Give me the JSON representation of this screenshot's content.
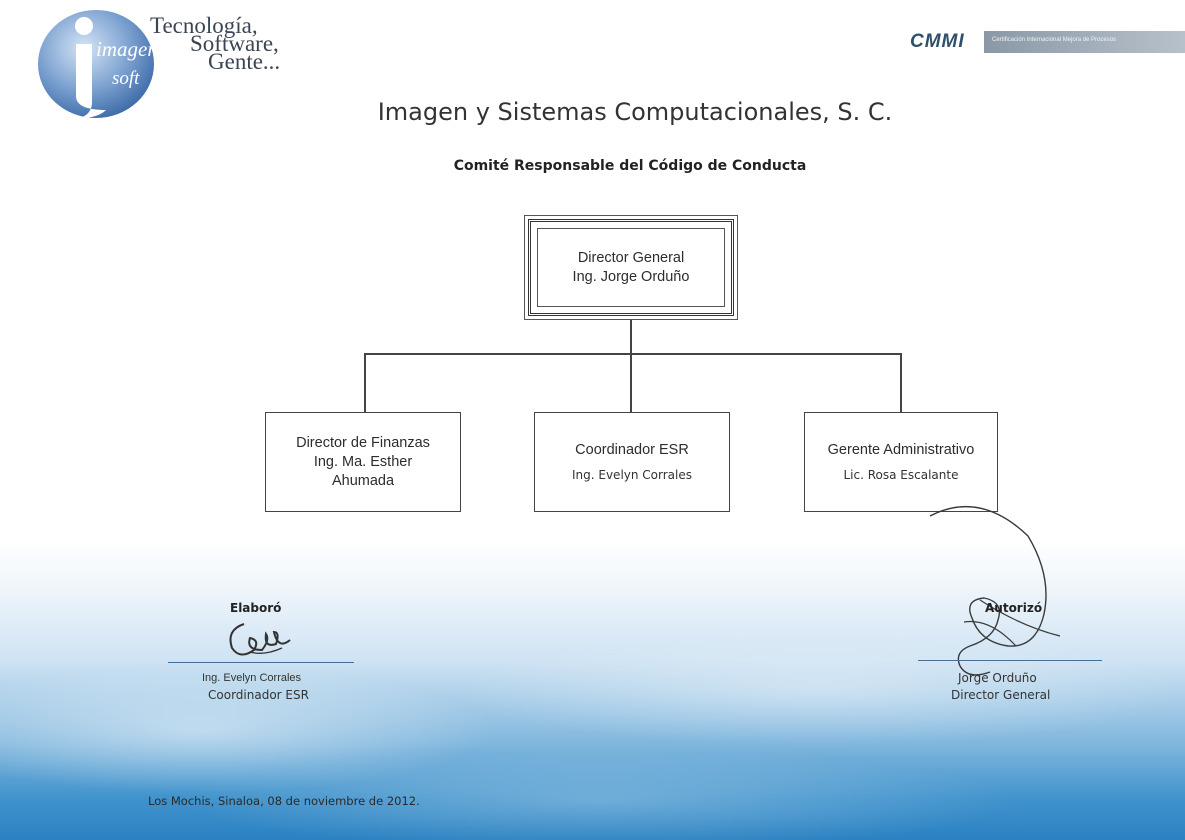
{
  "header": {
    "logo": {
      "word1": "imagen",
      "word2": "soft"
    },
    "tagline": [
      "Tecnología,",
      "Software,",
      "Gente..."
    ],
    "cmmi": {
      "brand": "CMMI",
      "caption": "Certificación Internacional Mejora de Procesos"
    }
  },
  "title": "Imagen y Sistemas Computacionales, S. C.",
  "subtitle": "Comité Responsable del Código de Conducta",
  "org": {
    "top": {
      "role": "Director General",
      "name": "Ing. Jorge Orduño"
    },
    "children": [
      {
        "role": "Director de Finanzas",
        "name_lines": [
          "Ing. Ma. Esther",
          "Ahumada"
        ]
      },
      {
        "role": "Coordinador ESR",
        "name": "Ing. Evelyn Corrales"
      },
      {
        "role": "Gerente Administrativo",
        "name": "Lic. Rosa Escalante"
      }
    ]
  },
  "signatures": {
    "prepared": {
      "heading": "Elaboró",
      "name": "Ing. Evelyn Corrales",
      "title": "Coordinador ESR"
    },
    "authorized": {
      "heading": "Autorizó",
      "name": "Jorge Orduño",
      "title": "Director General"
    }
  },
  "footer": {
    "place_date": "Los Mochis, Sinaloa, 08 de noviembre de 2012."
  },
  "colors": {
    "brand_blue": "#2b82c2",
    "logo_blue": "#3f6fae",
    "ink": "#3b4553"
  }
}
